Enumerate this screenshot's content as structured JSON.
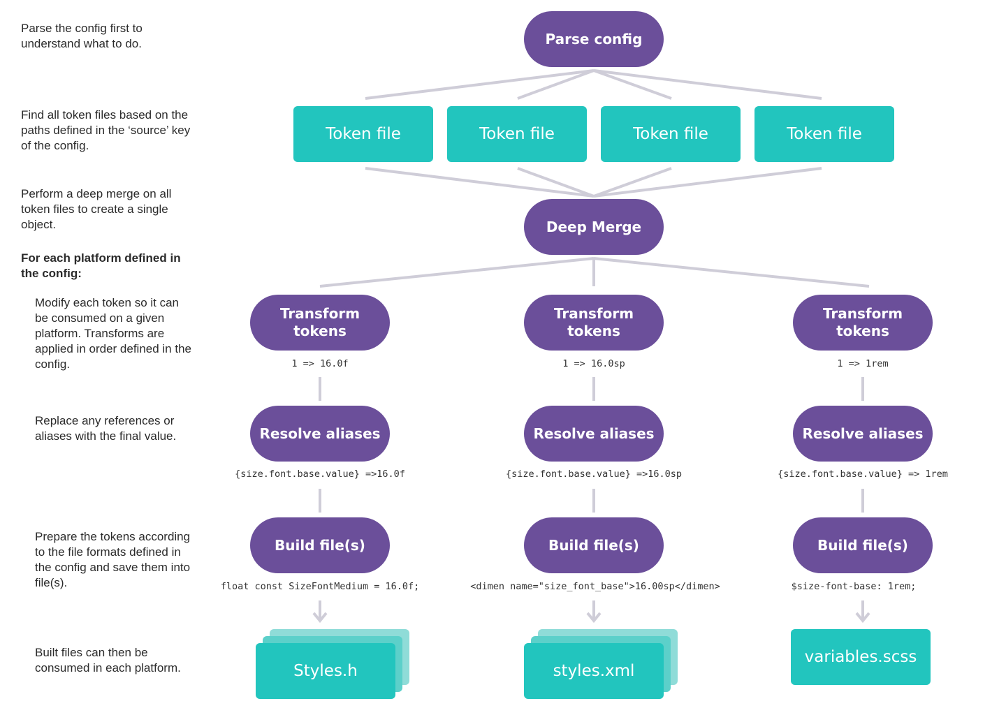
{
  "descriptions": {
    "parse": "Parse the config first to\nunderstand what to do.",
    "find": "Find all token files based on the\npaths defined in the ‘source’ key\nof the config.",
    "merge": "Perform a deep merge on all\ntoken files to create a single\nobject.",
    "foreach": "For each platform defined in\nthe config:",
    "modify": "Modify each token so it  can\nbe consumed on a given\nplatform. Transforms are\napplied in order defined in the\nconfig.",
    "replace": "Replace any references or\naliases with the final value.",
    "prepare": "Prepare the tokens according\nto the file formats defined in\nthe config and save them into\nfile(s).",
    "built": "Built files can then be\nconsumed in each platform."
  },
  "nodes": {
    "parse_config": "Parse config",
    "token_files": [
      "Token file",
      "Token file",
      "Token file",
      "Token file"
    ],
    "deep_merge": "Deep Merge"
  },
  "platforms": [
    {
      "transform": "Transform\ntokens",
      "transform_example": "1 => 16.0f",
      "resolve": "Resolve aliases",
      "resolve_example": "{size.font.base.value} =>16.0f",
      "build": "Build file(s)",
      "build_example": "float const SizeFontMedium = 16.0f;",
      "output_file": "Styles.h"
    },
    {
      "transform": "Transform\ntokens",
      "transform_example": "1 => 16.0sp",
      "resolve": "Resolve aliases",
      "resolve_example": "{size.font.base.value} =>16.0sp",
      "build": "Build file(s)",
      "build_example": "<dimen name=\"size_font_base\">16.00sp</dimen>",
      "output_file": "styles.xml"
    },
    {
      "transform": "Transform\ntokens",
      "transform_example": "1 => 1rem",
      "resolve": "Resolve aliases",
      "resolve_example": "{size.font.base.value} => 1rem",
      "build": "Build file(s)",
      "build_example": "$size-font-base: 1rem;",
      "output_file": "variables.scss"
    }
  ],
  "colors": {
    "process_node": "#6b4f9a",
    "file_node": "#22c5be",
    "connector": "#cfcdd8",
    "text": "#2b2b2b"
  }
}
